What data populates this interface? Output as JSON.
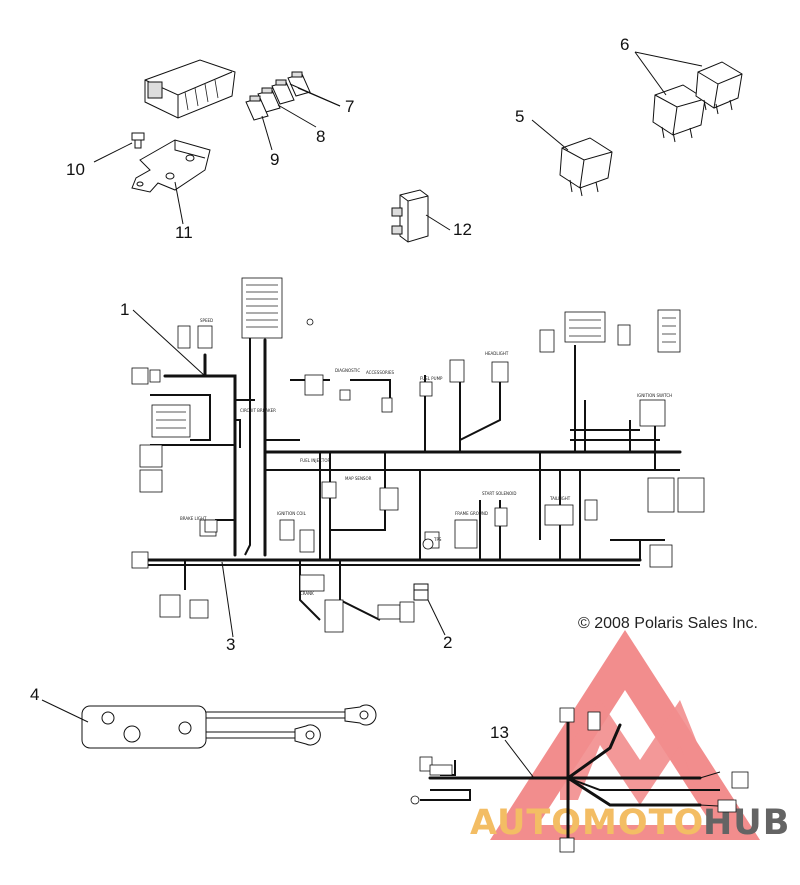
{
  "copyright": "© 2008 Polaris Sales Inc.",
  "watermark": {
    "left_text": "AUTOMOTO",
    "right_text": "HUB",
    "colors": {
      "triangle": "#f07a7a",
      "auto": "#f2b24a",
      "hub": "#4a4a4a"
    }
  },
  "callouts": {
    "c1": "1",
    "c2": "2",
    "c3": "3",
    "c4": "4",
    "c5": "5",
    "c6": "6",
    "c7": "7",
    "c8": "8",
    "c9": "9",
    "c10": "10",
    "c11": "11",
    "c12": "12",
    "c13": "13"
  },
  "harness_labels": {
    "speed": "SPEED",
    "diagnostic": "DIAGNOSTIC",
    "accessories": "ACCESSORIES",
    "fuel_pump": "FUEL PUMP",
    "fuel_injector": "FUEL INJECTOR",
    "map_sensor": "MAP SENSOR",
    "headlight": "HEADLIGHT",
    "ignition_switch": "IGNITION SWITCH",
    "start_solenoid": "START SOLENOID",
    "frame_ground": "FRAME GROUND",
    "tps": "TPS",
    "brake_light": "BRAKE LIGHT",
    "ignition_coil": "IGNITION COIL",
    "taillight": "TAILLIGHT",
    "circuit_breaker": "CIRCUIT BREAKER",
    "crank": "CRANK"
  }
}
